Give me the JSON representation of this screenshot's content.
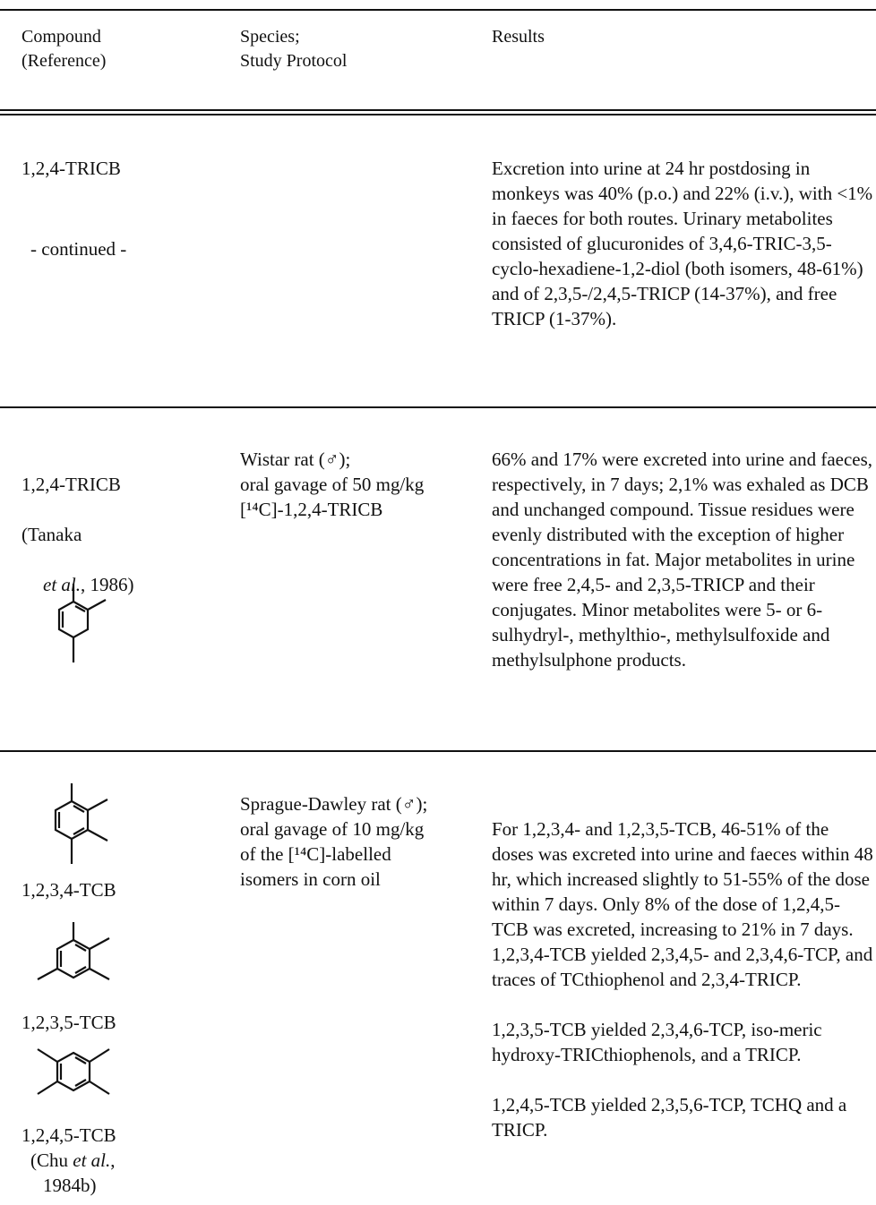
{
  "headers": {
    "compound": "Compound\n  (Reference)",
    "species": "Species;\nStudy Protocol",
    "results": "Results"
  },
  "rows": [
    {
      "compound": "1,2,4-TRICB",
      "note": "- continued -",
      "species": "",
      "results": "Excretion into urine at 24 hr postdosing in monkeys was 40% (p.o.) and 22% (i.v.), with <1% in faeces for both routes. Urinary metabolites consisted of glucuronides of 3,4,6-TRIC-3,5-cyclo-hexadiene-1,2-diol (both isomers, 48-61%) and of 2,3,5-/2,4,5-TRICP (14-37%), and free TRICP (1-37%)."
    },
    {
      "compound": "1,2,4-TRICB",
      "reference_line1": " (Tanaka",
      "reference_author": "et al.",
      "reference_year": ", 1986)",
      "species": "Wistar rat (♂);\noral gavage of 50 mg/kg\n[¹⁴C]-1,2,4-TRICB",
      "results": "66% and 17% were excreted into urine and faeces, respectively, in 7 days; 2,1% was exhaled as DCB and unchanged compound. Tissue residues were evenly distributed with the exception of higher concentrations in fat. Major metabolites in urine were free 2,4,5- and 2,3,5-TRICP and their conjugates. Minor metabolites were 5- or 6-sulhydryl-, methylthio-, methylsulfoxide and methylsulphone products."
    },
    {
      "compounds": [
        "1,2,3,4-TCB",
        "1,2,3,5-TCB",
        "1,2,4,5-TCB"
      ],
      "reference_prefix": "(Chu ",
      "reference_author": "et al.",
      "reference_suffix": ",",
      "reference_year": "1984b)",
      "species": "Sprague-Dawley rat (♂);\noral gavage of 10 mg/kg\nof the [¹⁴C]-labelled\nisomers in corn oil",
      "results_paragraphs": [
        "For 1,2,3,4- and 1,2,3,5-TCB, 46-51% of the doses was excreted into urine and faeces within 48 hr, which increased slightly to 51-55% of the dose within 7 days. Only 8% of the dose of 1,2,4,5-TCB was excreted, increasing to 21% in 7 days. 1,2,3,4-TCB yielded 2,3,4,5- and 2,3,4,6-TCP, and traces of TCthiophenol and 2,3,4-TRICP.",
        "1,2,3,5-TCB yielded 2,3,4,6-TCP, iso-meric hydroxy-TRICthiophenols, and a TRICP.",
        "1,2,4,5-TCB yielded 2,3,5,6-TCP, TCHQ and a TRICP."
      ]
    }
  ]
}
